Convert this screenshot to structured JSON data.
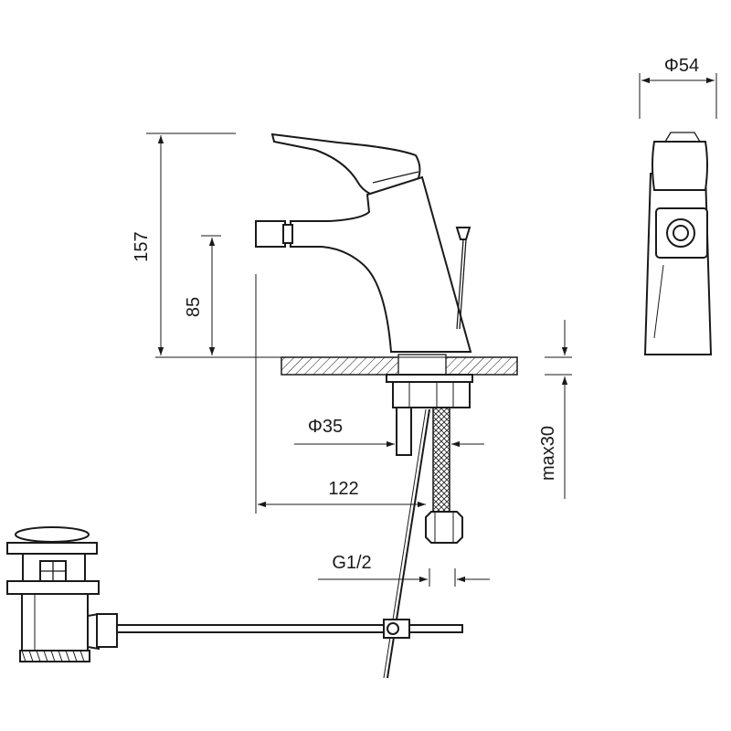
{
  "dimensions": {
    "diameter_top": "Φ54",
    "height_total": "157",
    "height_spout": "85",
    "diameter_shank": "Φ35",
    "reach": "122",
    "thread": "G1/2",
    "deck_max": "max30"
  },
  "colors": {
    "ink": "#1a1a1a",
    "paper": "#ffffff"
  }
}
